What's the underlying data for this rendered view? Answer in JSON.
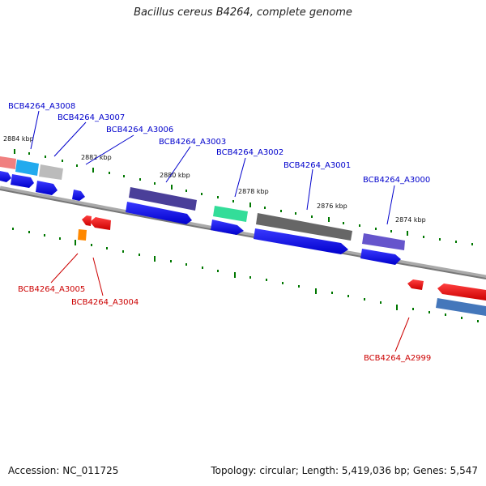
{
  "title": "Bacillus cereus B4264, complete genome",
  "footer": {
    "accession": "Accession: NC_011725",
    "stats": "Topology: circular; Length: 5,419,036 bp; Genes: 5,547"
  },
  "ticks": [
    "2884 kbp",
    "2882 kbp",
    "2880 kbp",
    "2878 kbp",
    "2876 kbp",
    "2874 kbp"
  ],
  "genes_forward": [
    "BCB4264_A3008",
    "BCB4264_A3007",
    "BCB4264_A3006",
    "BCB4264_A3003",
    "BCB4264_A3002",
    "BCB4264_A3001",
    "BCB4264_A3000"
  ],
  "genes_reverse": [
    "BCB4264_A3005",
    "BCB4264_A3004",
    "BCB4264_A2999"
  ],
  "colors": {
    "forward_label": "#0000cc",
    "reverse_label": "#cc0000",
    "cds_forward": "#0000ee",
    "cds_reverse": "#ee0000",
    "backbone": "#888888",
    "tick": "#007700"
  }
}
